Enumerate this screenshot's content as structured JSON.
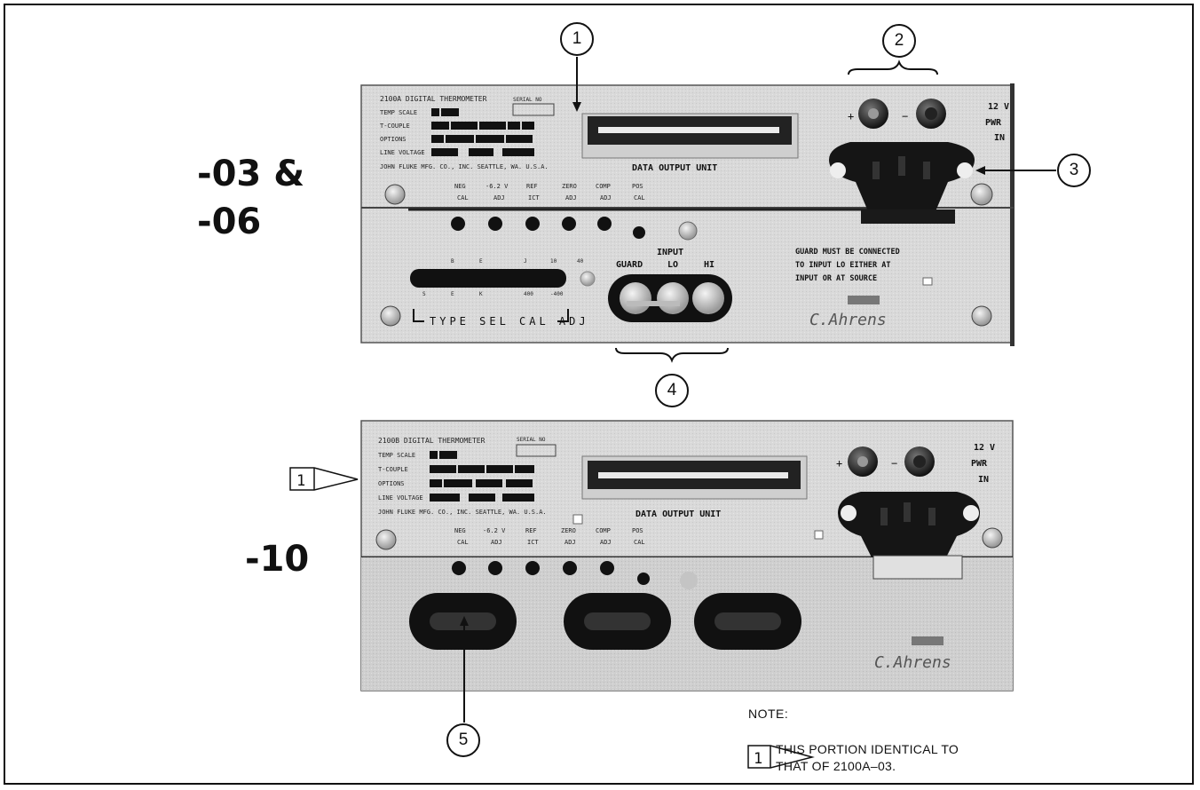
{
  "labels": {
    "variant_top": "-03 &",
    "variant_top_line2": "-06",
    "variant_bottom": "-10"
  },
  "callouts": [
    "1",
    "2",
    "3",
    "4",
    "5"
  ],
  "flag_marker": "1",
  "panel_top": {
    "model": "2100A DIGITAL THERMOMETER",
    "serial_label": "SERIAL NO",
    "rows": [
      "TEMP SCALE",
      "T-COUPLE",
      "OPTIONS",
      "LINE VOLTAGE"
    ],
    "maker": "JOHN FLUKE MFG. CO., INC.   SEATTLE, WA. U.S.A.",
    "data_output": "DATA OUTPUT UNIT",
    "power": [
      "12 V",
      "PWR",
      "IN"
    ],
    "adjust_top": [
      "NEG",
      "-6.2 V",
      "REF",
      "ZERO",
      "COMP",
      "POS"
    ],
    "adjust_bottom": [
      "CAL",
      "ADJ",
      "ICT",
      "ADJ",
      "ADJ",
      "CAL"
    ],
    "input_title": "INPUT",
    "input_terms": [
      "GUARD",
      "LO",
      "HI"
    ],
    "guard_note": [
      "GUARD MUST BE CONNECTED",
      "TO INPUT LO EITHER AT",
      "INPUT OR AT SOURCE"
    ],
    "type_sel": "TYPE SEL CAL ADJ",
    "type_top": [
      "B",
      "E",
      "J",
      "10",
      "40"
    ],
    "type_bottom": [
      "S",
      "E",
      "K",
      "400",
      "-400"
    ]
  },
  "panel_bottom": {
    "model": "2100B DIGITAL THERMOMETER",
    "serial_label": "SERIAL NO",
    "rows": [
      "TEMP SCALE",
      "T-COUPLE",
      "OPTIONS",
      "LINE VOLTAGE"
    ],
    "maker": "JOHN FLUKE MFG. CO., INC.   SEATTLE, WA. U.S.A.",
    "data_output": "DATA OUTPUT UNIT",
    "power": [
      "12 V",
      "PWR",
      "IN"
    ],
    "adjust_top": [
      "NEG",
      "-6.2 V",
      "REF",
      "ZERO",
      "COMP",
      "POS"
    ],
    "adjust_bottom": [
      "CAL",
      "ADJ",
      "ICT",
      "ADJ",
      "ADJ",
      "CAL"
    ]
  },
  "note": {
    "title": "NOTE:",
    "line1": "THIS PORTION IDENTICAL TO",
    "line2": "THAT OF 2100A–03."
  }
}
